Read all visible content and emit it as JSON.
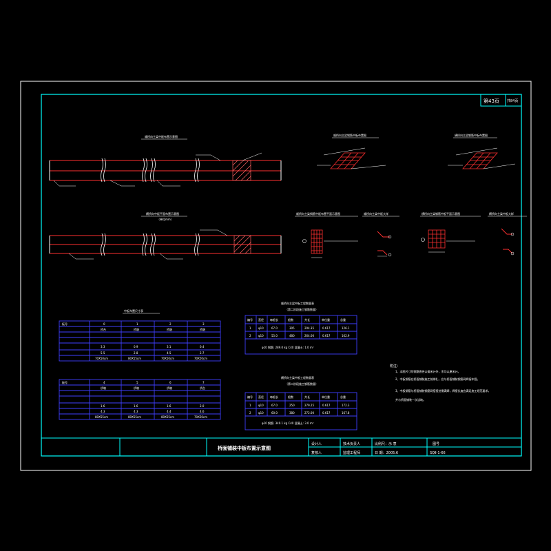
{
  "sheet": {
    "page_current": "第43页",
    "page_total": "共84页"
  },
  "plan_titles": {
    "top_left": "顺桥向主梁中板布置示意图",
    "bottom_left": "横桥向中板平面布置示意图",
    "bottom_left_sub": "（单位mm）",
    "top_right_1": "顺桥向主梁钢筋中板布置图",
    "top_right_2": "横桥向主梁钢筋中板布置图",
    "detail_1": "顺桥向主梁钢筋中板布置平面示意图",
    "detail_2": "顺桥向主梁中板大样",
    "detail_3": "横桥向主梁钢筋中板平面示意图",
    "detail_4": "横桥向主梁中板大样"
  },
  "table_left": {
    "title": "中板布置尺寸表",
    "block_a": {
      "header": [
        "板号",
        "0",
        "1",
        "2",
        "3"
      ],
      "rows": [
        [
          "",
          "桥台",
          "桥墩",
          "桥墩",
          "桥墩"
        ],
        [
          "",
          "",
          "",
          "",
          ""
        ],
        [
          "",
          "3.3",
          "0.9",
          "3.1",
          "0.4"
        ],
        [
          "",
          "5.5",
          "2.8",
          "4.5",
          "2.7"
        ],
        [
          "",
          "70X50cm",
          "80X55cm",
          "70X50cm",
          "70X50cm"
        ]
      ]
    },
    "block_b": {
      "header": [
        "板号",
        "4",
        "5",
        "6",
        "7"
      ],
      "rows": [
        [
          "",
          "桥墩",
          "桥墩",
          "桥墩",
          "桥台"
        ],
        [
          "",
          "",
          "",
          "",
          ""
        ],
        [
          "",
          "1.6",
          "1.6",
          "1.6",
          "2.0"
        ],
        [
          "",
          "4.3",
          "4.3",
          "4.4",
          "4.6"
        ],
        [
          "",
          "80X55cm",
          "80X55cm",
          "80X55cm",
          "70X50cm"
        ]
      ]
    }
  },
  "table_right_1": {
    "title": "顺桥向主梁中板工程数量表",
    "subtitle": "（第二阶段施工钢筋数量）",
    "header": [
      "编号",
      "直径",
      "每根长",
      "根数",
      "共长",
      "单位重",
      "总重"
    ],
    "rows": [
      [
        "1",
        "φ10",
        "67.0",
        "305",
        "204.35",
        "0.617",
        "126.1"
      ],
      [
        "2",
        "φ10",
        "55.0",
        "480",
        "264.00",
        "0.617",
        "162.9"
      ]
    ],
    "footer": "φ10 钢筋: 289.0 kg      C40 混凝土: 1.0 m³"
  },
  "table_right_2": {
    "title": "横桥向主梁中板工程数量表",
    "subtitle": "（第二阶段施工钢筋数量）",
    "header": [
      "编号",
      "直径",
      "每根长",
      "根数",
      "共长",
      "单位重",
      "总重"
    ],
    "rows": [
      [
        "1",
        "φ10",
        "67.0",
        "250",
        "279.25",
        "0.617",
        "172.3"
      ],
      [
        "2",
        "φ10",
        "60.0",
        "380",
        "272.00",
        "0.617",
        "167.8"
      ]
    ],
    "footer": "φ10 钢筋: 340.1 kg      C40 混凝土: 3.0 m³"
  },
  "notes": {
    "heading": "附注：",
    "items": [
      "1、本图尺寸除钢筋直径以毫米计外，余均以厘米计。",
      "2、中板钢筋在桥面铺装施工前绑扎，应与桥面铺装钢筋网焊接牢固。",
      "3、中板钢筋与桥面铺装钢筋网搭接处需满焊，焊接长度应满足施工规范要求，",
      "   并与桥面铺装一次浇筑。"
    ]
  },
  "title_block": {
    "drawing_title": "桥面铺装中板布置示意图",
    "designer": "设计人",
    "checker": "复核人",
    "tech_lead": "技术负责人",
    "chief_engineer": "监理工程师",
    "scale": "比例尺：示 意",
    "sheet_no_label": "图号",
    "date": "日 期：2005.6",
    "drawing_no": "SQⅡ-1-66"
  },
  "colors": {
    "border": "#ffffff",
    "frame": "#00ffff",
    "beam": "#ff3030",
    "table": "#4040ff",
    "text": "#ffffff",
    "accent": "#ffff00"
  }
}
